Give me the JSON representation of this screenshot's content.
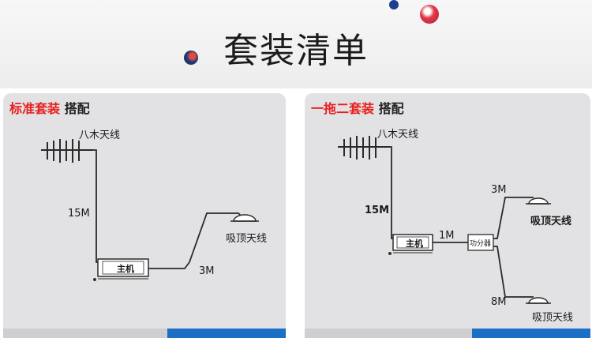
{
  "header": {
    "title": "套装清单"
  },
  "panels": {
    "standard": {
      "heading_red": "标准套装",
      "heading_black": "搭配",
      "antenna_label": "八木天线",
      "cable_main_label": "15M",
      "host_label": "主机",
      "cable_out_label": "3M",
      "ceiling_label": "吸顶天线"
    },
    "dual": {
      "heading_red": "一拖二套装",
      "heading_black": "搭配",
      "antenna_label": "八木天线",
      "cable_main_label": "15M",
      "host_label": "主机",
      "cable_mid_label": "1M",
      "splitter_label": "功分器",
      "cable_top_label": "3M",
      "ceiling_top_label": "吸顶天线",
      "cable_bottom_label": "8M",
      "ceiling_bottom_label": "吸顶天线"
    }
  },
  "colors": {
    "heading_red": "#e8201f",
    "accent_blue": "#1b6fc4",
    "panel_bg": "#e2e2e4"
  }
}
